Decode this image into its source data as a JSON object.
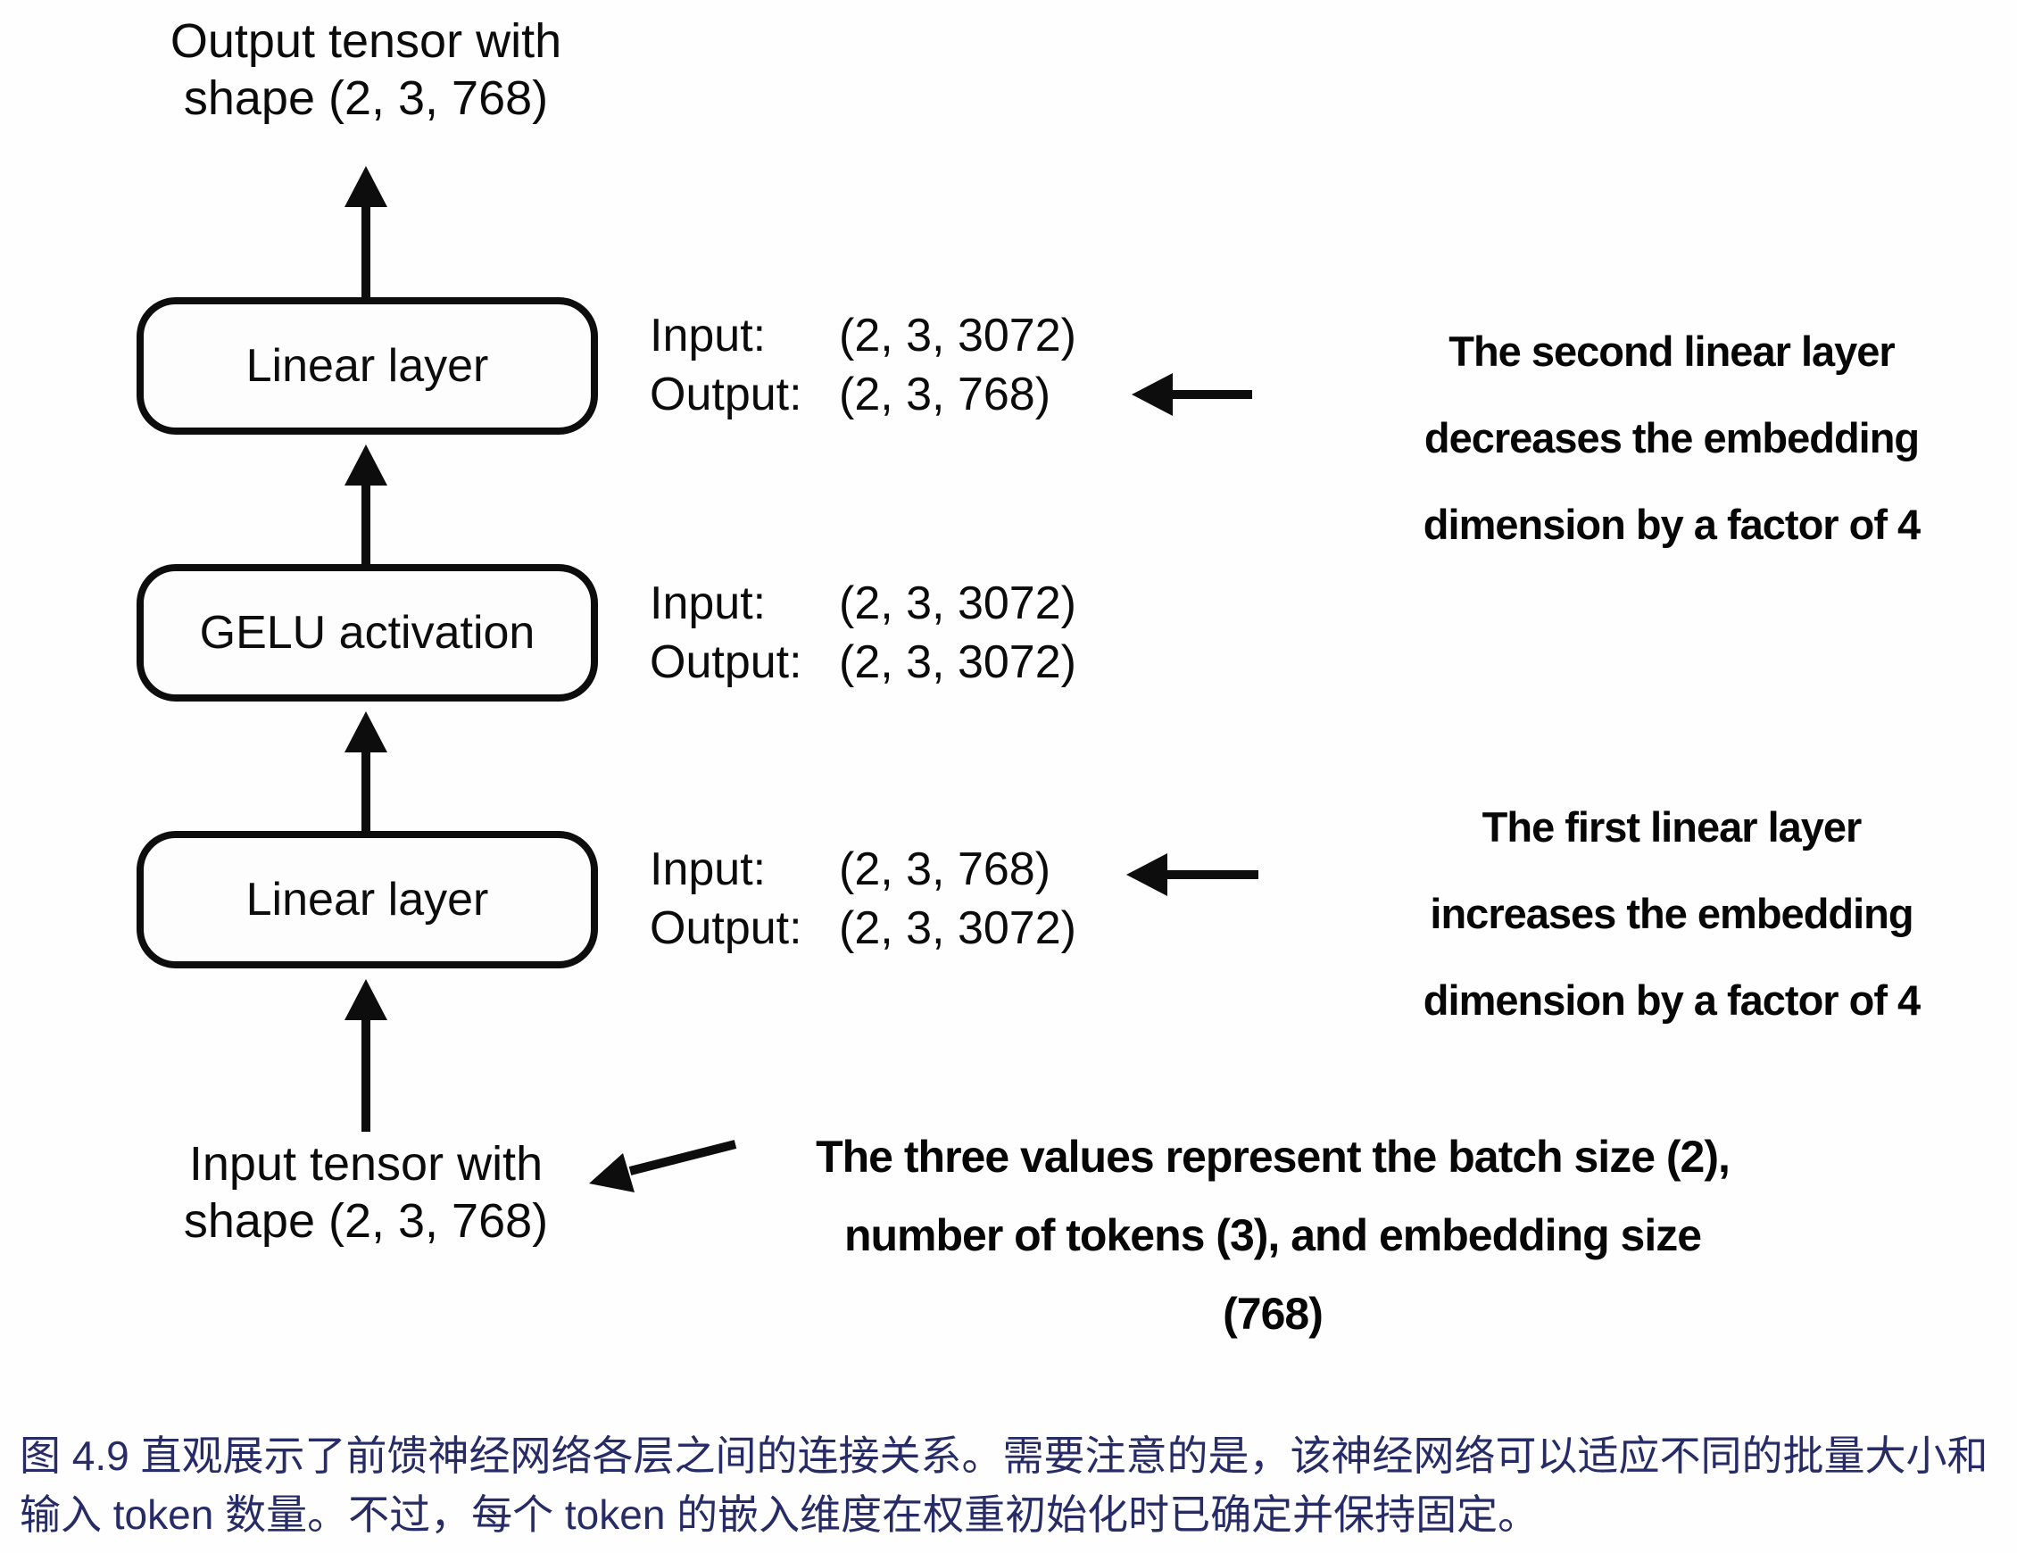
{
  "colors": {
    "ink": "#0b0b0b",
    "caption_text": "#272b66",
    "background": "#fefefe"
  },
  "diagram": {
    "output_label": {
      "line1": "Output tensor with",
      "line2": "shape (2, 3, 768)"
    },
    "input_label": {
      "line1": "Input tensor with",
      "line2": "shape (2, 3, 768)"
    },
    "boxes": [
      {
        "label": "Linear layer"
      },
      {
        "label": "GELU activation"
      },
      {
        "label": "Linear layer"
      }
    ],
    "shape_blocks": [
      {
        "input_label": "Input:",
        "input_value": "(2, 3, 3072)",
        "output_label": "Output:",
        "output_value": "(2, 3, 768)"
      },
      {
        "input_label": "Input:",
        "input_value": "(2, 3, 3072)",
        "output_label": "Output:",
        "output_value": "(2, 3, 3072)"
      },
      {
        "input_label": "Input:",
        "input_value": "(2, 3, 768)",
        "output_label": "Output:",
        "output_value": "(2, 3, 3072)"
      }
    ],
    "annotations": [
      {
        "lines": [
          "The second linear layer",
          "decreases the embedding",
          "dimension by a factor of 4"
        ]
      },
      {
        "lines": [
          "The first linear layer",
          "increases the embedding",
          "dimension by a factor of 4"
        ]
      },
      {
        "lines": [
          "The three values represent the batch size (2),",
          "number of tokens (3), and embedding size",
          "(768)"
        ]
      }
    ]
  },
  "caption": {
    "line1": "图 4.9 直观展示了前馈神经网络各层之间的连接关系。需要注意的是，该神经网络可以适应不同的批量大小和",
    "line2": "输入 token 数量。不过，每个 token 的嵌入维度在权重初始化时已确定并保持固定。"
  }
}
